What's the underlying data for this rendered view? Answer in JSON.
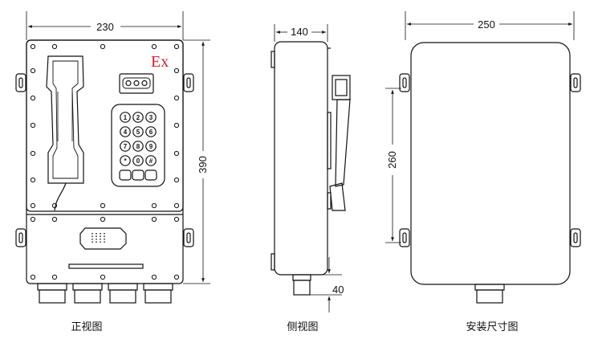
{
  "views": {
    "front": {
      "caption": "正视图",
      "width_label": "230",
      "height_label": "390",
      "ex_mark": "Ex",
      "keypad_keys": [
        "1",
        "2",
        "3",
        "4",
        "5",
        "6",
        "7",
        "8",
        "9",
        "*",
        "0",
        "#"
      ]
    },
    "side": {
      "caption": "侧视图",
      "depth_label": "140",
      "gland_label": "40"
    },
    "install": {
      "caption": "安装尺寸图",
      "width_label": "250",
      "hole_spacing_label": "260"
    }
  },
  "colors": {
    "line": "#111111",
    "ex_mark": "#d2202a",
    "background": "#ffffff"
  }
}
